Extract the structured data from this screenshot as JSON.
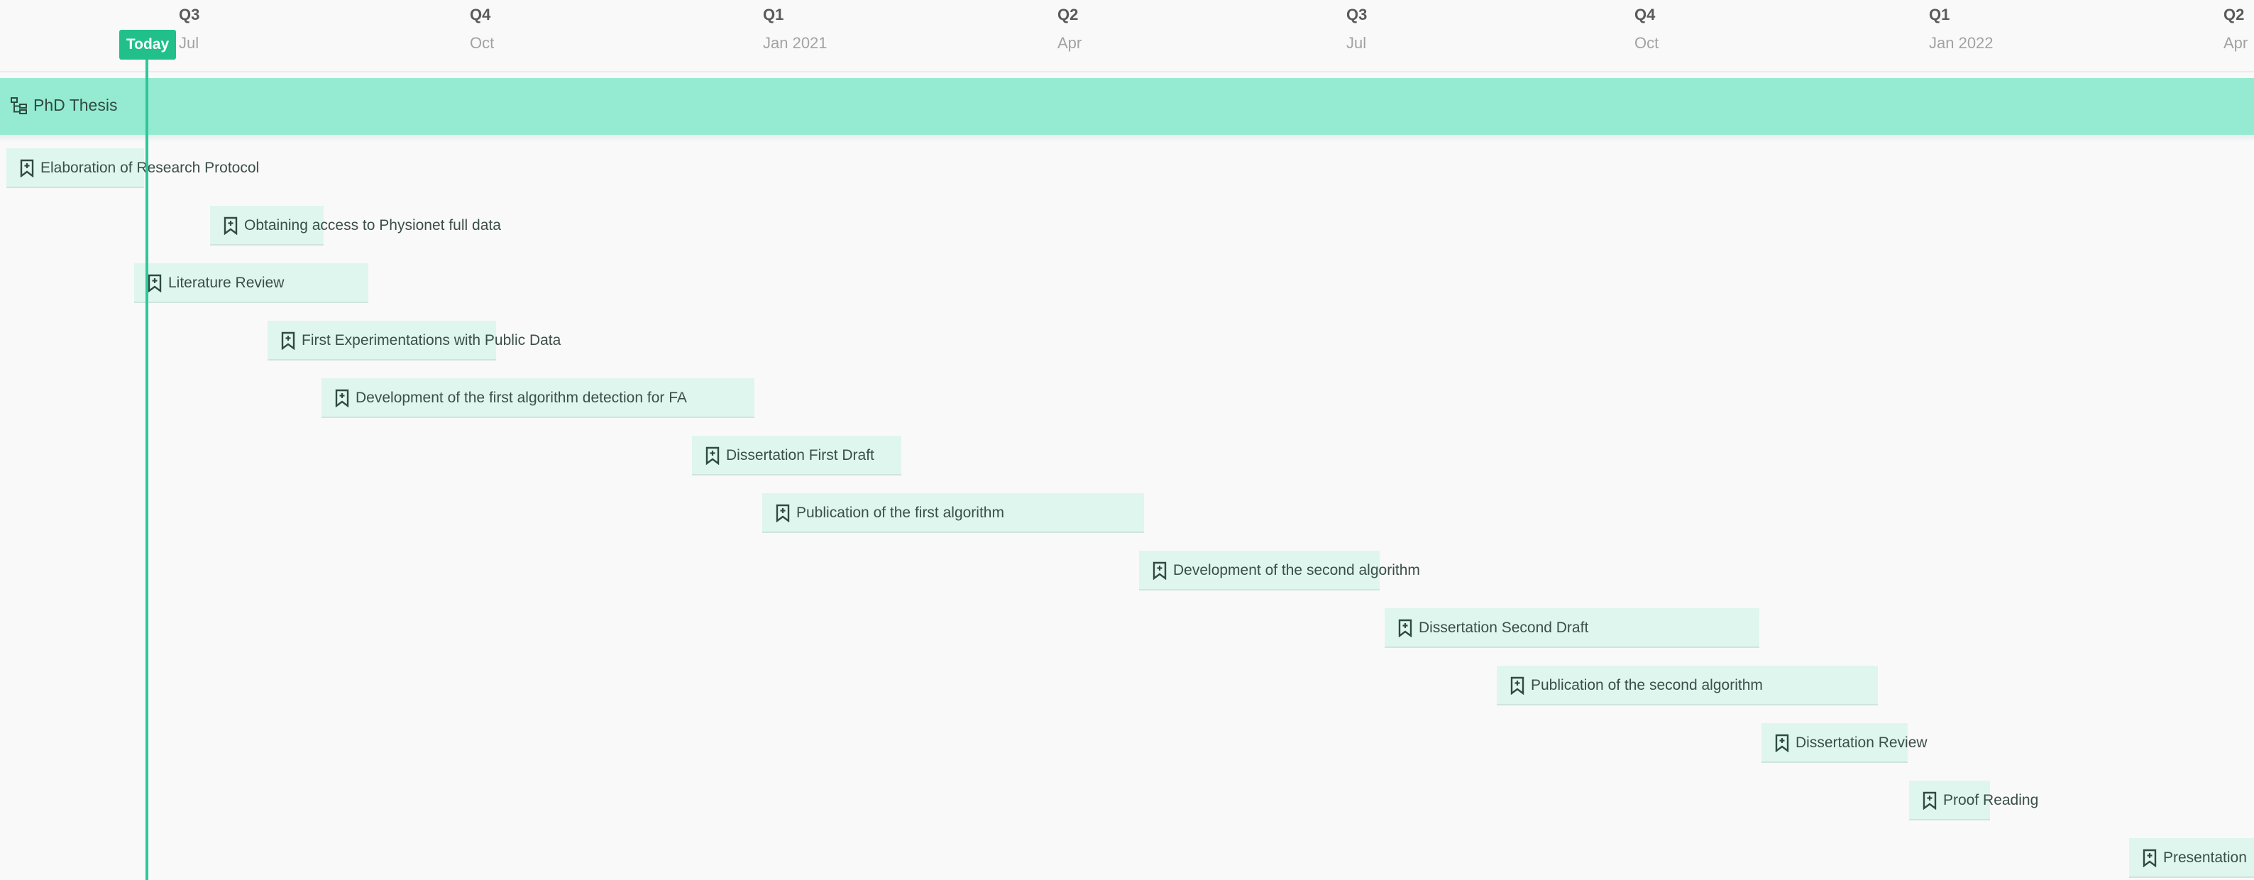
{
  "timeline": {
    "quarters": [
      "Q3",
      "Q4",
      "Q1",
      "Q2",
      "Q3",
      "Q4",
      "Q1",
      "Q2"
    ],
    "months": [
      "Jul",
      "Oct",
      "Jan 2021",
      "Apr",
      "Jul",
      "Oct",
      "Jan 2022",
      "Apr"
    ],
    "today_label": "Today"
  },
  "group": {
    "title": "PhD Thesis",
    "icon": "hierarchy-icon"
  },
  "tasks": [
    "Elaboration of Research Protocol",
    "Obtaining access to Physionet full data",
    "Literature Review",
    "First Experimentations with Public Data",
    "Development of the first algorithm detection for FA",
    "Dissertation First Draft",
    "Publication of the first algorithm",
    "Development of the second algorithm",
    "Dissertation Second Draft",
    "Publication of the second algorithm",
    "Dissertation Review",
    "Proof Reading",
    "Presentation"
  ],
  "task_icon": "bookmark-icon",
  "colors": {
    "accent": "#21c08a",
    "group_bar": "#95ebd2",
    "task_bar": "#dff6ee",
    "background": "#f9f9f9"
  }
}
